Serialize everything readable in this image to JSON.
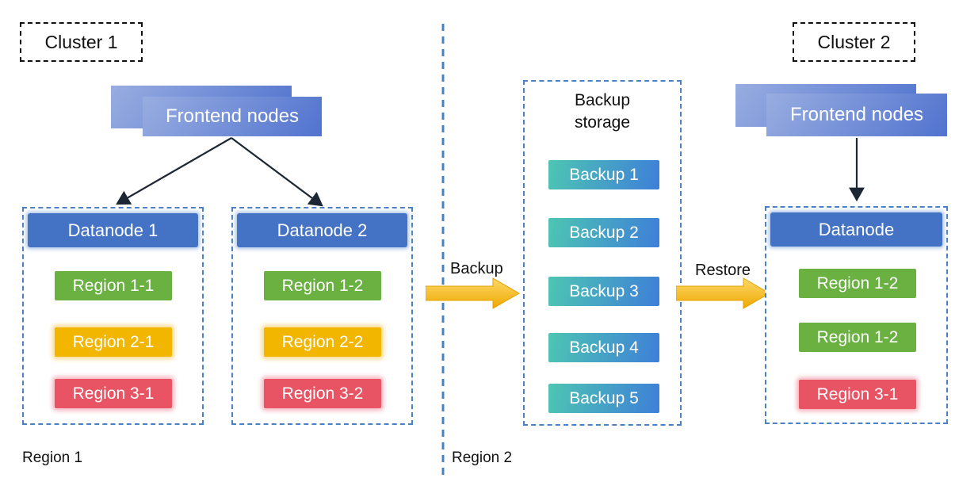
{
  "cluster1": {
    "label": "Cluster 1",
    "frontend_label": "Frontend nodes",
    "datanodes": [
      {
        "title": "Datanode 1",
        "regions": [
          {
            "label": "Region 1-1",
            "color": "green"
          },
          {
            "label": "Region 2-1",
            "color": "yellow"
          },
          {
            "label": "Region 3-1",
            "color": "red"
          }
        ]
      },
      {
        "title": "Datanode 2",
        "regions": [
          {
            "label": "Region 1-2",
            "color": "green"
          },
          {
            "label": "Region 2-2",
            "color": "yellow"
          },
          {
            "label": "Region 3-2",
            "color": "red"
          }
        ]
      }
    ]
  },
  "flow": {
    "backup_label": "Backup",
    "restore_label": "Restore"
  },
  "storage": {
    "title": "Backup storage",
    "items": [
      "Backup 1",
      "Backup 2",
      "Backup 3",
      "Backup 4",
      "Backup 5"
    ]
  },
  "cluster2": {
    "label": "Cluster 2",
    "frontend_label": "Frontend nodes",
    "datanode": {
      "title": "Datanode",
      "regions": [
        {
          "label": "Region 1-2",
          "color": "green"
        },
        {
          "label": "Region 1-2",
          "color": "green"
        },
        {
          "label": "Region 3-1",
          "color": "red"
        }
      ]
    }
  },
  "footer": {
    "region1_label": "Region 1",
    "region2_label": "Region 2"
  },
  "colors": {
    "frontend_gradient_start": "#98ade0",
    "frontend_gradient_end": "#5173cf",
    "datanode_header": "#4472c4",
    "container_dash_blue": "#4a80c4",
    "region_green": "#6ab142",
    "region_yellow": "#f2b600",
    "region_red": "#e85463",
    "backup_gradient_start": "#4ec5b3",
    "backup_gradient_end": "#3e7fd8",
    "flow_arrow_gold_start": "#fcd96a",
    "flow_arrow_gold_end": "#f0a800"
  }
}
